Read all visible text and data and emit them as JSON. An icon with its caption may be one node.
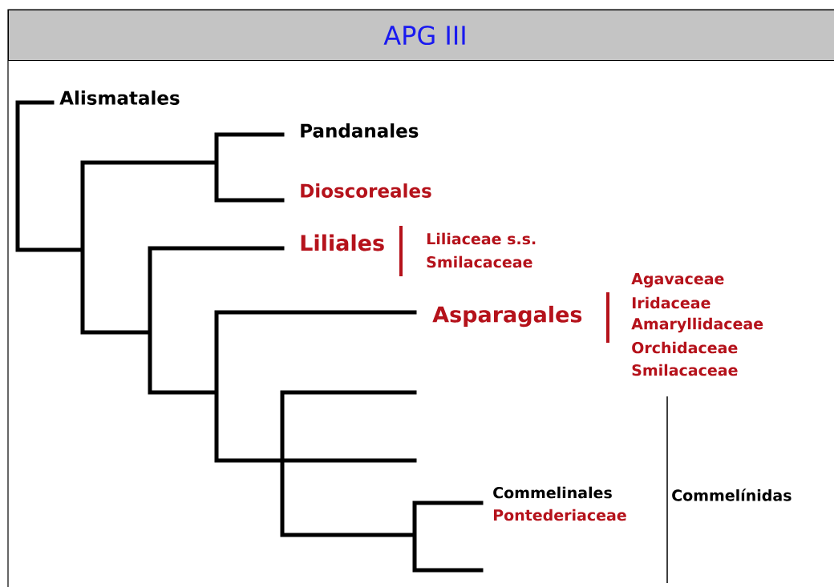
{
  "diagram": {
    "title": "APG III",
    "labels": [
      "Alismatales",
      "Pandanales",
      "Dioscoreales",
      "Liliales",
      "Liliaceae s.s.",
      "Smilacaceae",
      "Asparagales",
      "Agavaceae",
      "Iridaceae",
      "Amaryllidaceae",
      "Orchidaceae",
      "Smilacaceae",
      "Commelinales",
      "Pontederiaceae",
      "Commelínidas"
    ]
  }
}
